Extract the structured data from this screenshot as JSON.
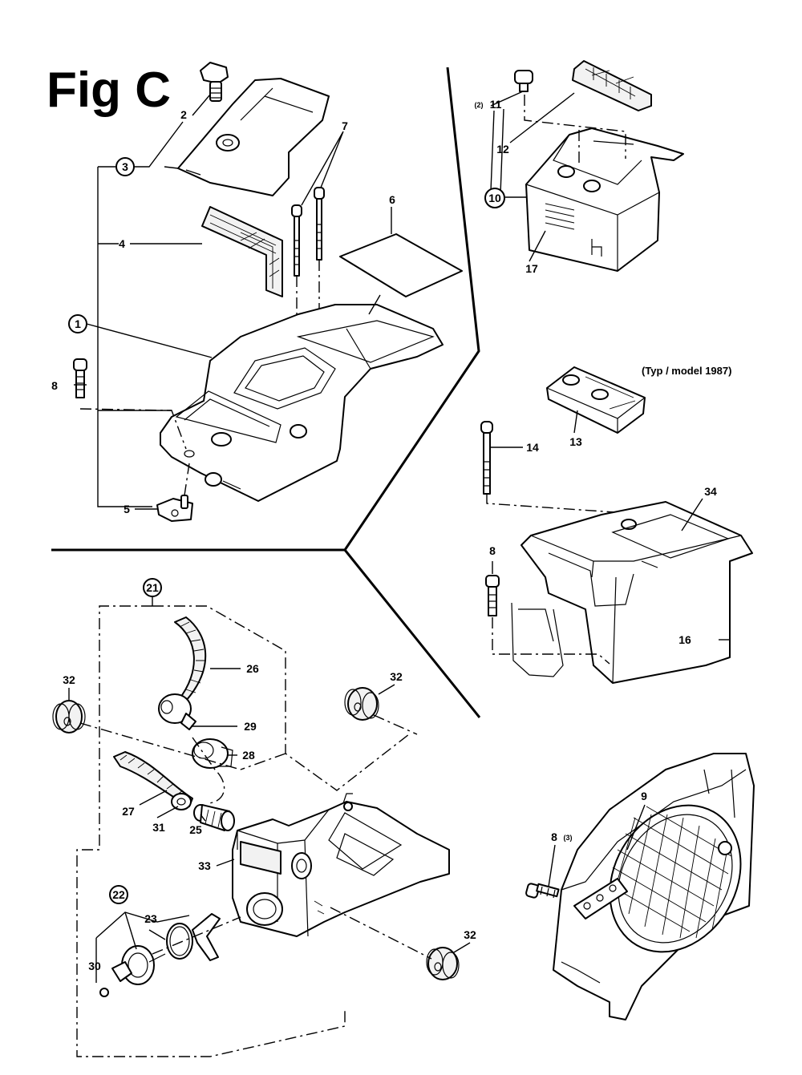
{
  "figure": {
    "title": "Fig C",
    "model_note": "(Typ / model 1987)"
  },
  "callouts": {
    "c1": "1",
    "c2": "2",
    "c3": "3",
    "c4": "4",
    "c5": "5",
    "c6": "6",
    "c7": "7",
    "c8a": "8",
    "c8b": "8",
    "c8c": "8",
    "c8c_qty": "(3)",
    "c9": "9",
    "c10": "10",
    "c11": "11",
    "c11_qty": "(2)",
    "c12": "12",
    "c13": "13",
    "c14": "14",
    "c16": "16",
    "c17": "17",
    "c21": "21",
    "c22": "22",
    "c23": "23",
    "c25": "25",
    "c26": "26",
    "c27": "27",
    "c28": "28",
    "c29": "29",
    "c30": "30",
    "c31": "31",
    "c32a": "32",
    "c32b": "32",
    "c32c": "32",
    "c33": "33",
    "c34": "34"
  }
}
